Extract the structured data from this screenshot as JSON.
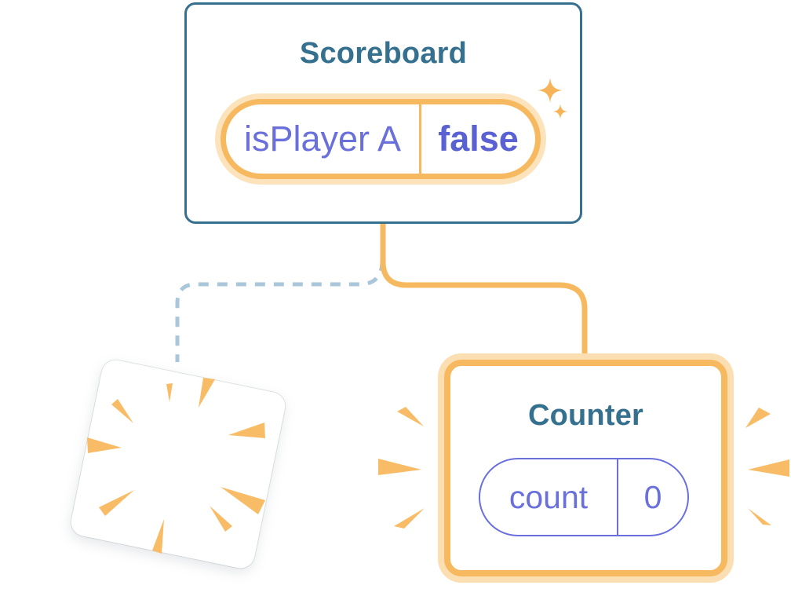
{
  "scoreboard": {
    "title": "Scoreboard",
    "state": {
      "key": "isPlayer A",
      "value": "false"
    }
  },
  "counter": {
    "title": "Counter",
    "state": {
      "key": "count",
      "value": "0"
    }
  },
  "colors": {
    "background": "#FFFFFF",
    "card_border_blue": "#35708F",
    "title_text_teal": "#35718F",
    "highlight_orange": "#F6B95F",
    "highlight_halo_peach": "#FBDFB2",
    "state_key_purple": "#6A70DB",
    "state_value_purple": "#5A61D2",
    "pill_border_purple": "#6A70DB",
    "dashed_line_blue": "#A9C6DB",
    "burst_orange": "#F8BC66",
    "sparkle_orange": "#F7B357"
  }
}
